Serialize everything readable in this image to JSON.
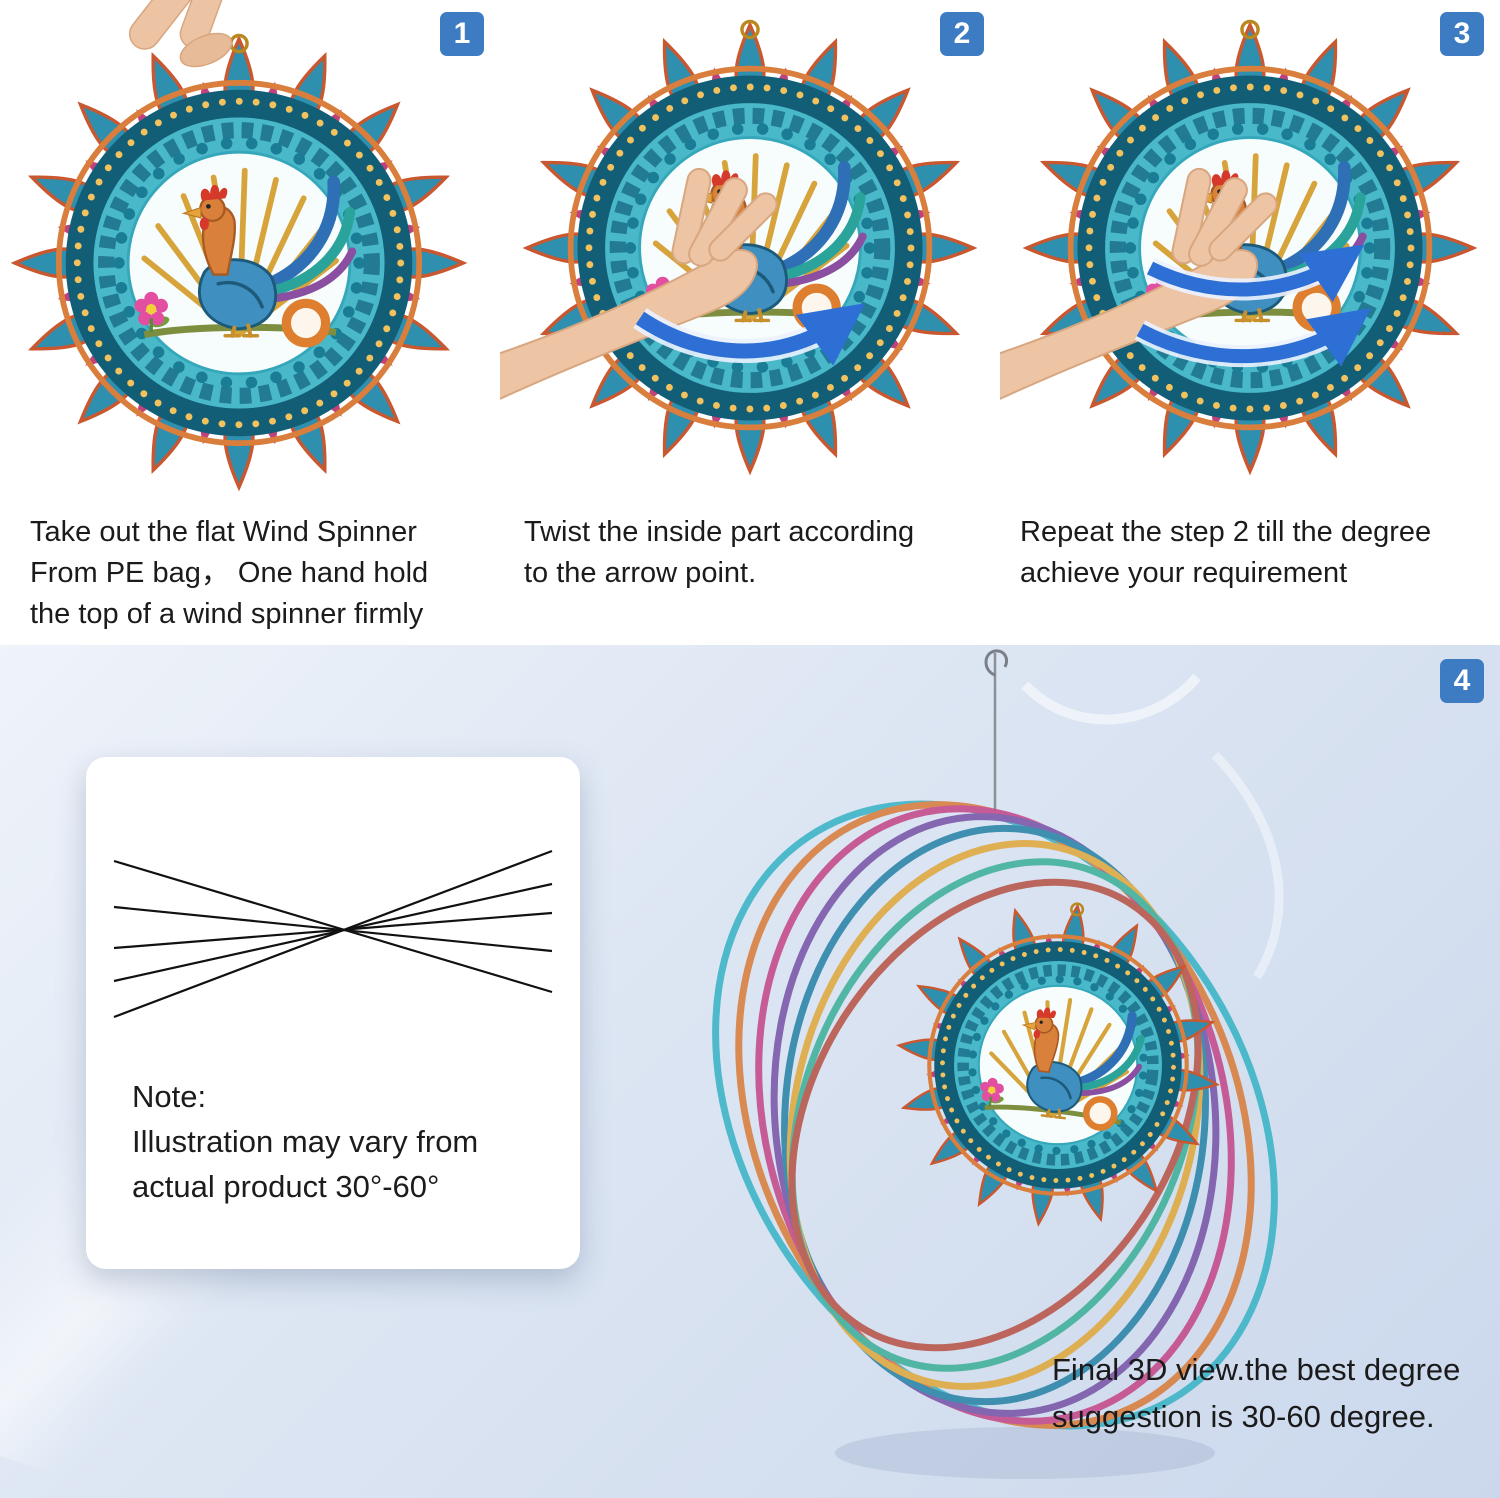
{
  "colors": {
    "badge_blue": "#3d7cc2",
    "arrow_blue": "#2e6fd6",
    "spinner_teal": "#2e8fae",
    "spinner_orange": "#d97e3c",
    "spinner_magenta": "#c2417d",
    "bottom_background": "#d9e3f1"
  },
  "steps": [
    {
      "badge": "1",
      "caption_lines": [
        "Take out the flat Wind Spinner",
        "From PE bag， One hand hold",
        "the top of a wind spinner firmly"
      ]
    },
    {
      "badge": "2",
      "caption_lines": [
        "Twist the inside part according",
        "to the arrow point."
      ]
    },
    {
      "badge": "3",
      "caption_lines": [
        "Repeat the step 2 till the degree",
        "achieve your requirement"
      ]
    },
    {
      "badge": "4"
    }
  ],
  "note_card": {
    "title": "Note:",
    "lines": [
      "Illustration may vary from",
      "actual product 30°-60°"
    ]
  },
  "final_caption_lines": [
    "Final 3D view.the best degree",
    "suggestion is 30-60 degree."
  ]
}
